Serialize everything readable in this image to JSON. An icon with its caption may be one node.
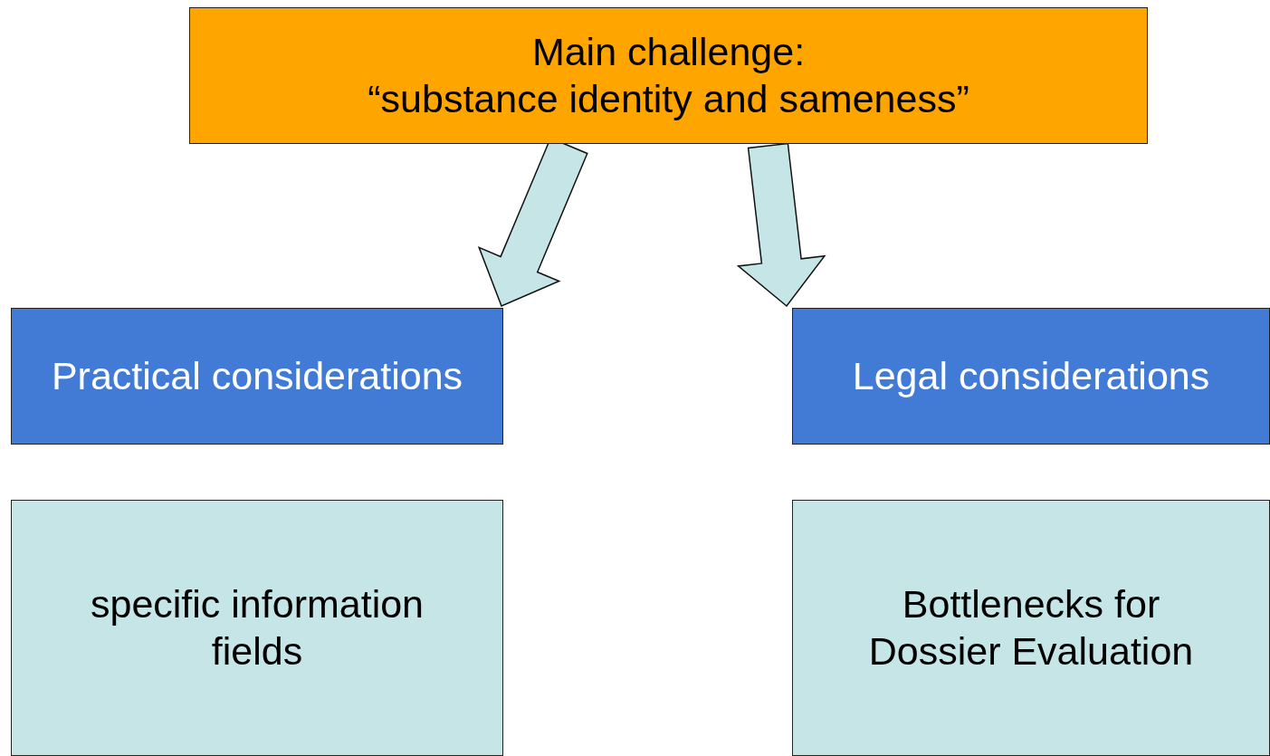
{
  "diagram": {
    "nodes": [
      {
        "text": [
          "Main challenge:",
          "“substance identity and sameness”"
        ]
      },
      {
        "text": [
          "Practical considerations"
        ]
      },
      {
        "text": [
          "Legal considerations"
        ]
      },
      {
        "text": [
          "specific information fields"
        ]
      },
      {
        "text": [
          "Bottlenecks for Dossier Evaluation"
        ]
      }
    ],
    "edges": [
      {
        "from": 0,
        "to": 1,
        "arrow": "to"
      },
      {
        "from": 0,
        "to": 2,
        "arrow": "to"
      }
    ]
  }
}
